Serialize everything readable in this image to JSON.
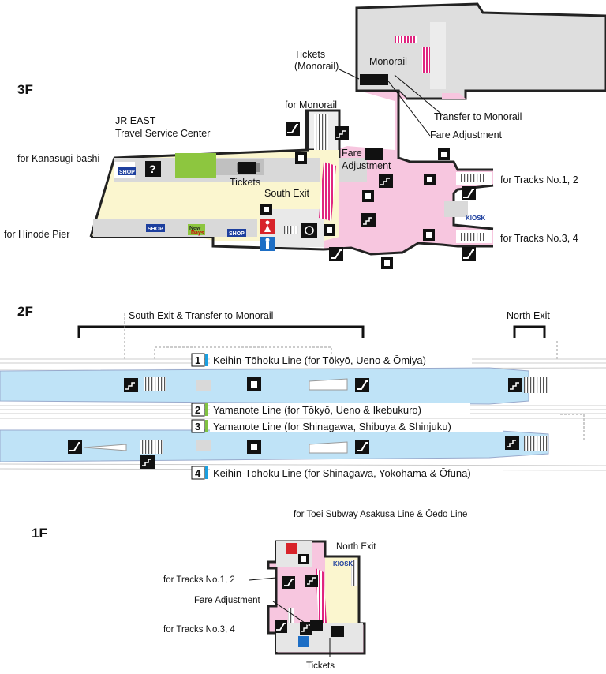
{
  "floors": {
    "f3": "3F",
    "f2": "2F",
    "f1": "1F"
  },
  "floor3": {
    "tickets_monorail": [
      "Tickets",
      "(Monorail)"
    ],
    "monorail": "Monorail",
    "for_monorail": "for Monorail",
    "jr_east": [
      "JR EAST",
      "Travel Service Center"
    ],
    "for_kanasugi": "for Kanasugi-bashi",
    "for_hinode": "for Hinode Pier",
    "tickets": "Tickets",
    "fare_adjustment": [
      "Fare",
      "Adjustment"
    ],
    "south_exit": "South Exit",
    "transfer_to_monorail": "Transfer to Monorail",
    "fare_adjustment_right": "Fare Adjustment",
    "for_tracks_12": "for Tracks No.1, 2",
    "for_tracks_34": "for Tracks No.3, 4",
    "shop": "SHOP",
    "kiosk": "KIOSK",
    "newdays": [
      "New",
      "Days"
    ]
  },
  "floor2": {
    "south_exit_transfer": "South Exit & Transfer to Monorail",
    "north_exit": "North Exit",
    "tracks": [
      {
        "number": "1",
        "label": "Keihin-Tōhoku Line (for Tōkyō, Ueno & Ōmiya)",
        "color": "#1a9fe0"
      },
      {
        "number": "2",
        "label": "Yamanote Line (for Tōkyō, Ueno & Ikebukuro)",
        "color": "#80c241"
      },
      {
        "number": "3",
        "label": "Yamanote Line (for Shinagawa, Shibuya & Shinjuku)",
        "color": "#80c241"
      },
      {
        "number": "4",
        "label": "Keihin-Tōhoku Line (for Shinagawa, Yokohama & Ōfuna)",
        "color": "#1a9fe0"
      }
    ]
  },
  "floor1": {
    "for_toei": "for Toei Subway Asakusa Line & Ōedo Line",
    "north_exit": "North Exit",
    "for_tracks_12": "for Tracks No.1, 2",
    "fare_adjustment": "Fare Adjustment",
    "for_tracks_34": "for Tracks No.3, 4",
    "tickets": "Tickets",
    "kiosk": "KIOSK"
  },
  "colors": {
    "pink_area": "#f7c6df",
    "yellow_area": "#fbf6cf",
    "platform_blue": "#bfe3f7",
    "gray_area": "#d9d9d9",
    "stripe_magenta": "#e0247f"
  }
}
